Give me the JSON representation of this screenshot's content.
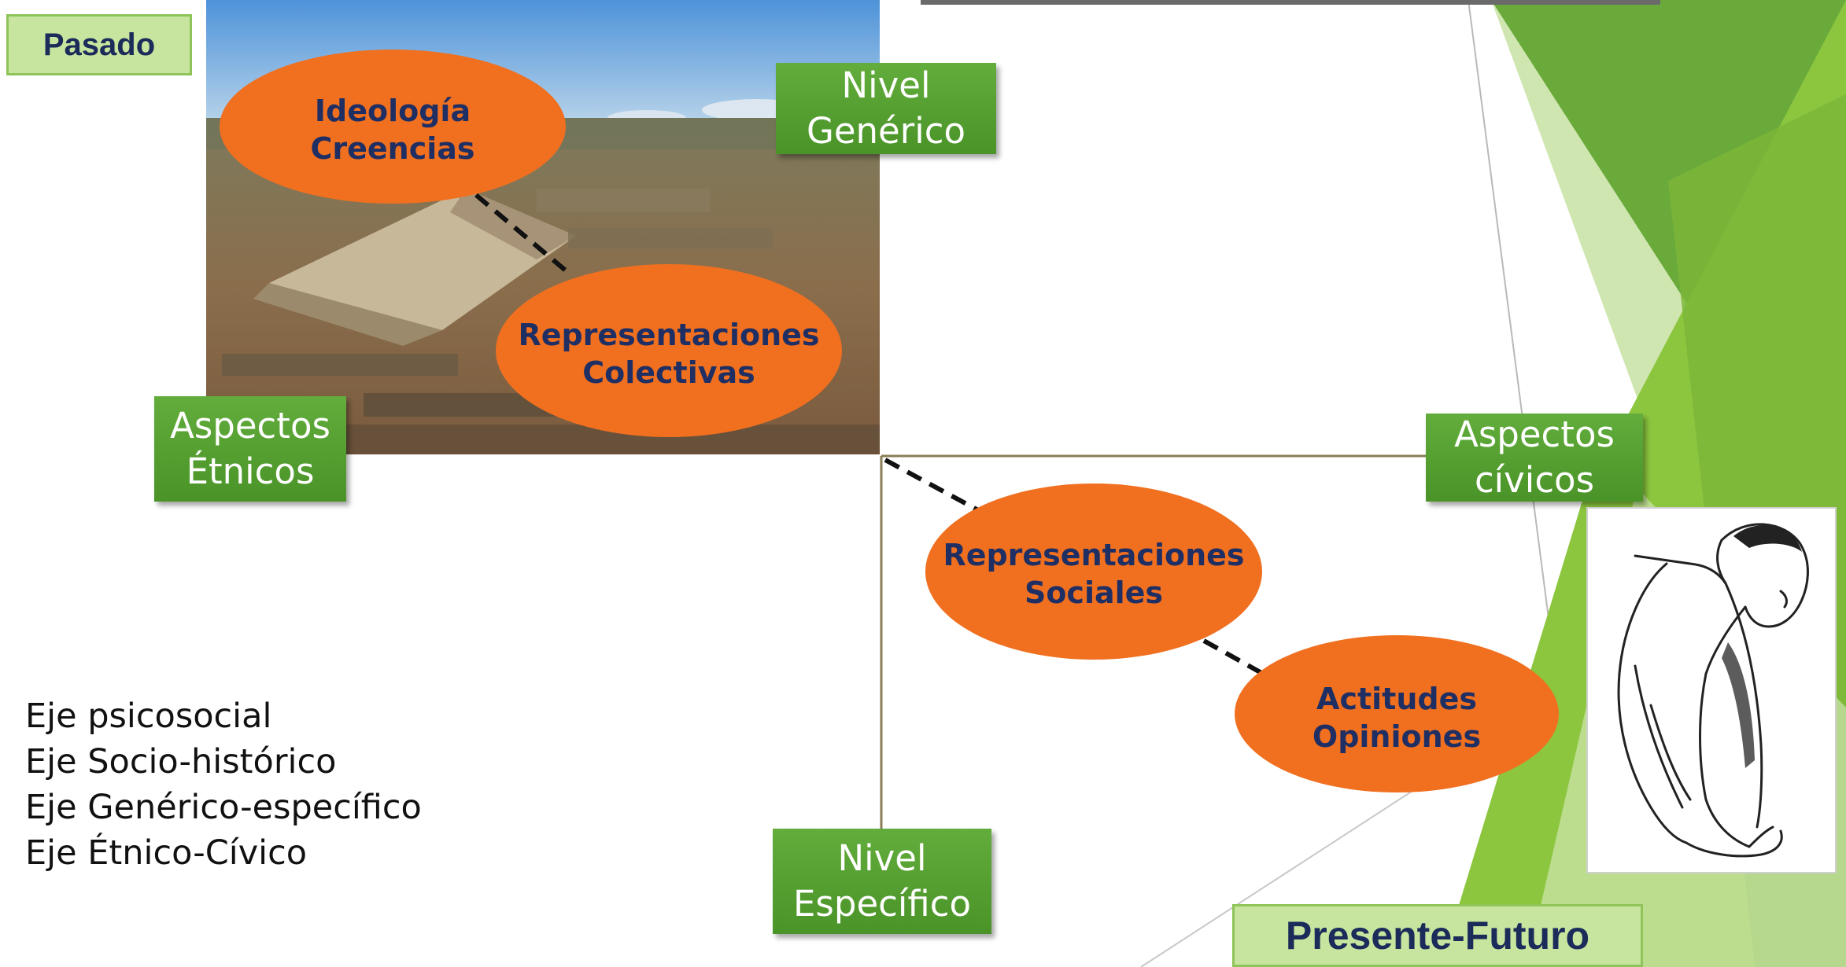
{
  "diagram": {
    "past_label": "Pasado",
    "future_label": "Presente-Futuro",
    "axis_labels": {
      "generic_level": [
        "Nivel",
        "Genérico"
      ],
      "specific_level": [
        "Nivel",
        "Específico"
      ],
      "ethnic_aspects": [
        "Aspectos",
        "Étnicos"
      ],
      "civic_aspects": [
        "Aspectos",
        "cívicos"
      ]
    },
    "ellipses": {
      "ideology": [
        "Ideología",
        "Creencias"
      ],
      "collective": [
        "Representaciones",
        "Colectivas"
      ],
      "social": [
        "Representaciones",
        "Sociales"
      ],
      "attitudes": [
        "Actitudes",
        "Opiniones"
      ]
    },
    "axes_list": [
      "Eje psicosocial",
      "Eje Socio-histórico",
      "Eje Genérico-específico",
      "Eje Étnico-Cívico"
    ]
  },
  "colors": {
    "tag_green": "#55a032",
    "ellipse_orange": "#f07020",
    "text_navy": "#1f2f63",
    "pale_green": "#c7e59e"
  },
  "images": {
    "photo": "aerial-pyramid-photo",
    "sketch": "crouching-figure-sketch"
  }
}
